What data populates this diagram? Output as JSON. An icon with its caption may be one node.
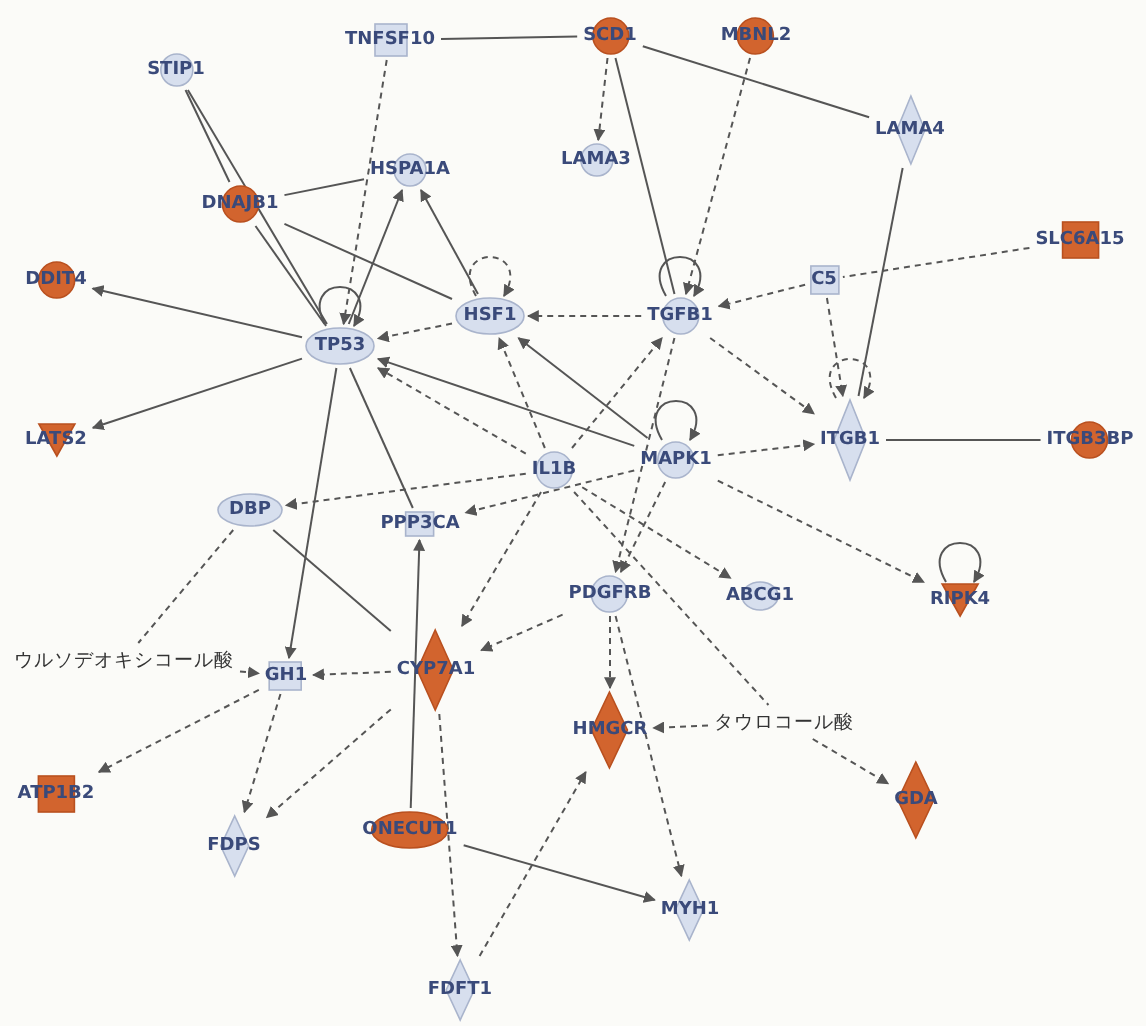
{
  "diagram": {
    "nodes": [
      {
        "text": [
          "STIP1"
        ]
      },
      {
        "text": [
          "TNFSF10"
        ]
      },
      {
        "text": [
          "SCD1"
        ]
      },
      {
        "text": [
          "MBNL2"
        ]
      },
      {
        "text": [
          "LAMA3"
        ]
      },
      {
        "text": [
          "LAMA4"
        ]
      },
      {
        "text": [
          "HSPA1A"
        ]
      },
      {
        "text": [
          "DNAJB1"
        ]
      },
      {
        "text": [
          "DDIT4"
        ]
      },
      {
        "text": [
          "SLC6A15"
        ]
      },
      {
        "text": [
          "HSF1"
        ]
      },
      {
        "text": [
          "TGFB1"
        ]
      },
      {
        "text": [
          "C5"
        ]
      },
      {
        "text": [
          "TP53"
        ]
      },
      {
        "text": [
          "LATS2"
        ]
      },
      {
        "text": [
          "IL1B"
        ]
      },
      {
        "text": [
          "MAPK1"
        ]
      },
      {
        "text": [
          "ITGB1"
        ]
      },
      {
        "text": [
          "ITGB3BP"
        ]
      },
      {
        "text": [
          "DBP"
        ]
      },
      {
        "text": [
          "PPP3CA"
        ]
      },
      {
        "text": [
          "PDGFRB"
        ]
      },
      {
        "text": [
          "ABCG1"
        ]
      },
      {
        "text": [
          "RIPK4"
        ]
      },
      {
        "text": [
          "ウルソデオキシコール酸"
        ]
      },
      {
        "text": [
          "GH1"
        ]
      },
      {
        "text": [
          "CYP7A1"
        ]
      },
      {
        "text": [
          "HMGCR"
        ]
      },
      {
        "text": [
          "タウロコール酸"
        ]
      },
      {
        "text": [
          "GDA"
        ]
      },
      {
        "text": [
          "ATP1B2"
        ]
      },
      {
        "text": [
          "FDPS"
        ]
      },
      {
        "text": [
          "ONECUT1"
        ]
      },
      {
        "text": [
          "MYH1"
        ]
      },
      {
        "text": [
          "FDFT1"
        ]
      }
    ],
    "edges": [
      {
        "from": 1,
        "to": 2,
        "arrow": "none"
      },
      {
        "from": 2,
        "to": 5,
        "arrow": "none"
      },
      {
        "from": 2,
        "to": 4,
        "arrow": "to",
        "style": "dashed"
      },
      {
        "from": 2,
        "to": 11,
        "arrow": "none"
      },
      {
        "from": 3,
        "to": 11,
        "arrow": "to",
        "style": "dashed"
      },
      {
        "from": 5,
        "to": 17,
        "arrow": "none"
      },
      {
        "from": 1,
        "to": 13,
        "arrow": "to",
        "style": "dashed"
      },
      {
        "from": 0,
        "to": 7,
        "arrow": "none"
      },
      {
        "from": 0,
        "to": 13,
        "arrow": "none"
      },
      {
        "from": 7,
        "to": 13,
        "arrow": "none"
      },
      {
        "from": 7,
        "to": 6,
        "arrow": "none"
      },
      {
        "from": 7,
        "to": 10,
        "arrow": "none"
      },
      {
        "from": 13,
        "to": 8,
        "arrow": "to"
      },
      {
        "from": 13,
        "to": 14,
        "arrow": "to"
      },
      {
        "from": 13,
        "to": 6,
        "arrow": "to"
      },
      {
        "from": 13,
        "to": 13,
        "arrow": "to"
      },
      {
        "from": 10,
        "to": 6,
        "arrow": "to"
      },
      {
        "from": 10,
        "to": 10,
        "arrow": "to",
        "style": "dashed"
      },
      {
        "from": 10,
        "to": 13,
        "arrow": "to",
        "style": "dashed"
      },
      {
        "from": 11,
        "to": 10,
        "arrow": "to",
        "style": "dashed"
      },
      {
        "from": 11,
        "to": 11,
        "arrow": "to"
      },
      {
        "from": 12,
        "to": 11,
        "arrow": "to",
        "style": "dashed"
      },
      {
        "from": 9,
        "to": 12,
        "arrow": "none",
        "style": "dashed"
      },
      {
        "from": 12,
        "to": 17,
        "arrow": "to",
        "style": "dashed"
      },
      {
        "from": 11,
        "to": 17,
        "arrow": "to",
        "style": "dashed"
      },
      {
        "from": 17,
        "to": 18,
        "arrow": "none"
      },
      {
        "from": 17,
        "to": 17,
        "arrow": "to",
        "style": "dashed"
      },
      {
        "from": 16,
        "to": 17,
        "arrow": "to",
        "style": "dashed"
      },
      {
        "from": 16,
        "to": 16,
        "arrow": "to"
      },
      {
        "from": 16,
        "to": 13,
        "arrow": "to"
      },
      {
        "from": 16,
        "to": 10,
        "arrow": "to"
      },
      {
        "from": 15,
        "to": 10,
        "arrow": "to",
        "style": "dashed"
      },
      {
        "from": 15,
        "to": 11,
        "arrow": "to",
        "style": "dashed"
      },
      {
        "from": 15,
        "to": 13,
        "arrow": "to",
        "style": "dashed"
      },
      {
        "from": 15,
        "to": 19,
        "arrow": "to",
        "style": "dashed"
      },
      {
        "from": 13,
        "to": 25,
        "arrow": "to"
      },
      {
        "from": 13,
        "to": 20,
        "arrow": "none"
      },
      {
        "from": 19,
        "to": 26,
        "arrow": "none"
      },
      {
        "from": 19,
        "to": 24,
        "arrow": "none",
        "style": "dashed"
      },
      {
        "from": 24,
        "to": 25,
        "arrow": "to",
        "style": "dashed"
      },
      {
        "from": 25,
        "to": 30,
        "arrow": "to",
        "style": "dashed"
      },
      {
        "from": 25,
        "to": 31,
        "arrow": "to",
        "style": "dashed"
      },
      {
        "from": 26,
        "to": 25,
        "arrow": "to",
        "style": "dashed"
      },
      {
        "from": 26,
        "to": 31,
        "arrow": "to",
        "style": "dashed"
      },
      {
        "from": 32,
        "to": 20,
        "arrow": "to"
      },
      {
        "from": 32,
        "to": 33,
        "arrow": "to"
      },
      {
        "from": 26,
        "to": 34,
        "arrow": "to",
        "style": "dashed"
      },
      {
        "from": 34,
        "to": 27,
        "arrow": "to",
        "style": "dashed"
      },
      {
        "from": 21,
        "to": 27,
        "arrow": "to",
        "style": "dashed"
      },
      {
        "from": 21,
        "to": 33,
        "arrow": "to",
        "style": "dashed"
      },
      {
        "from": 21,
        "to": 26,
        "arrow": "to",
        "style": "dashed"
      },
      {
        "from": 15,
        "to": 22,
        "arrow": "to",
        "style": "dashed"
      },
      {
        "from": 16,
        "to": 23,
        "arrow": "to",
        "style": "dashed"
      },
      {
        "from": 23,
        "to": 23,
        "arrow": "to"
      },
      {
        "from": 28,
        "to": 29,
        "arrow": "to",
        "style": "dashed"
      },
      {
        "from": 15,
        "to": 28,
        "arrow": "none",
        "style": "dashed"
      },
      {
        "from": 28,
        "to": 27,
        "arrow": "to",
        "style": "dashed"
      },
      {
        "from": 11,
        "to": 21,
        "arrow": "to",
        "style": "dashed"
      },
      {
        "from": 16,
        "to": 21,
        "arrow": "to",
        "style": "dashed"
      },
      {
        "from": 15,
        "to": 26,
        "arrow": "to",
        "style": "dashed"
      },
      {
        "from": 16,
        "to": 20,
        "arrow": "to",
        "style": "dashed"
      }
    ]
  }
}
